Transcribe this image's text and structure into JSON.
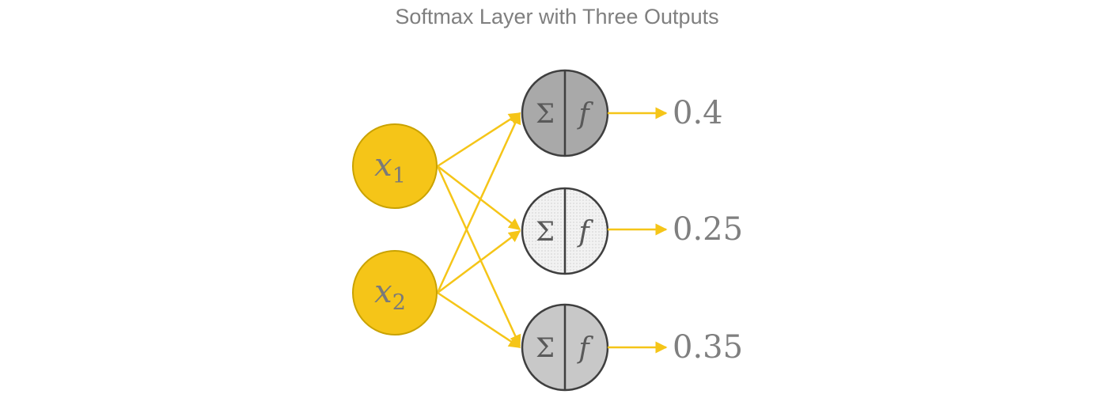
{
  "title": "Softmax Layer with Three Outputs",
  "colors": {
    "input_fill": "#F5C518",
    "input_stroke": "#C9A200",
    "arrow": "#F5C518",
    "neuron_stroke": "#3f3f3f",
    "text_gray": "#7f7f7f"
  },
  "inputs": [
    {
      "symbol": "x",
      "subscript": "1"
    },
    {
      "symbol": "x",
      "subscript": "2"
    }
  ],
  "neurons": [
    {
      "sum_symbol": "Σ",
      "fn_symbol": "f",
      "output": "0.4",
      "fill": "#a9a9a9"
    },
    {
      "sum_symbol": "Σ",
      "fn_symbol": "f",
      "output": "0.25",
      "fill": "#efefef"
    },
    {
      "sum_symbol": "Σ",
      "fn_symbol": "f",
      "output": "0.35",
      "fill": "#c8c8c8"
    }
  ]
}
